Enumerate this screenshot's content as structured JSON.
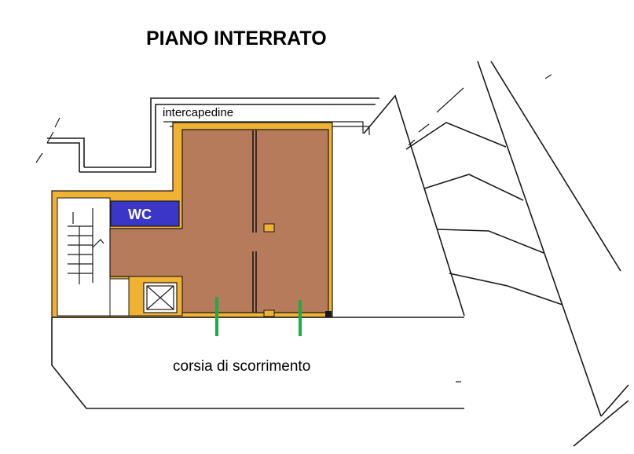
{
  "title": "PIANO INTERRATO",
  "labels": {
    "intercapedine": "intercapedine",
    "wc": "WC",
    "corsia": "corsia di scorrimento"
  },
  "colors": {
    "room_fill": "#b67b5b",
    "wall_highlight": "#f0b233",
    "wc_fill": "#3b35c8",
    "marker_green": "#22a84a",
    "line": "#1a1a1a"
  }
}
